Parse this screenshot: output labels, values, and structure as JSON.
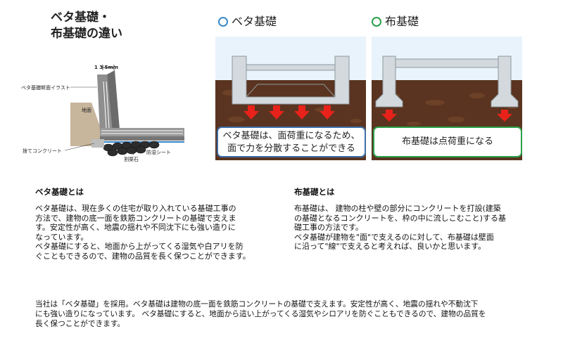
{
  "title": {
    "line1": "ベタ基礎・",
    "line2": "布基礎の違い"
  },
  "illustration": {
    "dimension": "1 3 5mm",
    "caption": "ベタ基礎断面イラスト",
    "ground": "地面",
    "concrete": "捨てコンクリート",
    "gravel": "割栗石",
    "sheet": "防湿シート"
  },
  "panels": {
    "beta": {
      "title": "ベタ基礎",
      "ring_color": "#3b8bc9",
      "callout_line1": "ベタ基礎は、面荷重になるため、",
      "callout_line2": "面で力を分散することができる",
      "callout_border": "#3e6fa8"
    },
    "nuno": {
      "title": "布基礎",
      "ring_color": "#2aa14a",
      "callout": "布基礎は点荷重になる",
      "callout_border": "#2aa14a"
    }
  },
  "colors": {
    "sky": "#e9f3fb",
    "soil": "#5a3420",
    "concrete": "#c8cfd3",
    "arrow": "#e8221a"
  },
  "sections": {
    "beta": {
      "heading": "ベタ基礎とは",
      "lines": [
        "ベタ基礎は、現在多くの住宅が取り入れている基礎工事の",
        "方法で、建物の底一面を鉄筋コンクリートの基礎で支えま",
        "す。安定性が高く、地震の揺れや不同沈下にも強い造りに",
        "なっています。",
        "ベタ基礎にすると、地面から上がってくる湿気や白アリを防",
        "ぐこともできるので、建物の品質を長く保つことができます。"
      ]
    },
    "nuno": {
      "heading": "布基礎とは",
      "lines": [
        "布基礎は、 建物の柱や壁の部分にコンクリートを打設(建築",
        "の基礎となるコンクリートを、枠の中に流しこむこと)する基",
        "礎工事の方法です。",
        "ベタ基礎が建物を\"面\"で支えるのに対して、布基礎は壁面",
        "に沿って\"線\"で支えると考えれば、良いかと思います。"
      ]
    }
  },
  "footer": {
    "lines": [
      "当社は「ベタ基礎」を採用。ベタ基礎は建物の底一面を鉄筋コンクリートの基礎で支えます。安定性が高く、地震の揺れや不動沈下",
      "にも強い造りになっています。 ベタ基礎にすると、地面から這い上がってくる湿気やシロアリを防ぐこともできるので、建物の品質を",
      "長く保つことができます。"
    ]
  }
}
